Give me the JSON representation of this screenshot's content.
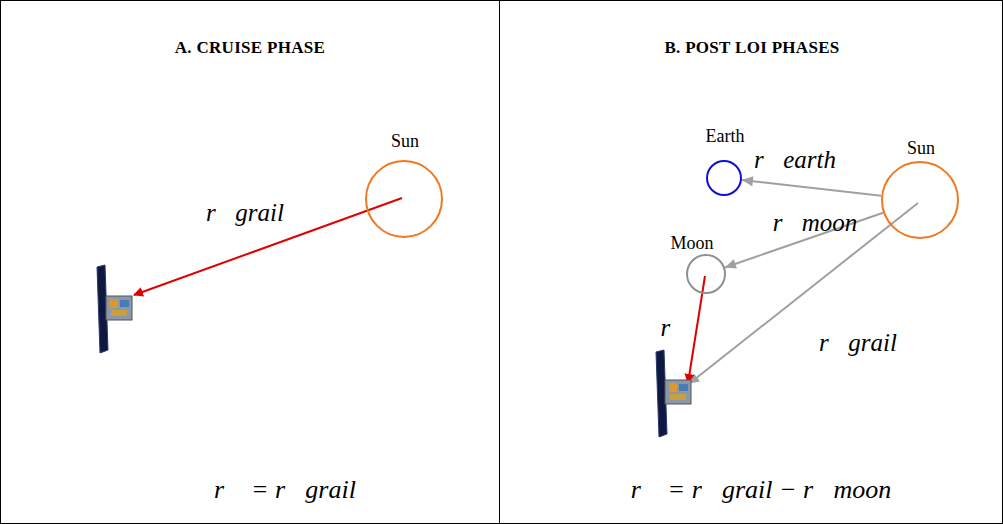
{
  "diagram": {
    "nodes": [
      {
        "text": [
          "A. CRUISE PHASE",
          "r⃗ = r⃗grail"
        ]
      },
      {
        "text": [
          "Sun"
        ],
        "in": 0
      },
      {
        "text": [
          "B. POST LOI PHASES",
          "r⃗ = r⃗grail − r⃗moon"
        ]
      },
      {
        "text": [
          "Earth"
        ],
        "in": 2
      },
      {
        "text": [
          "Sun"
        ],
        "in": 2
      },
      {
        "text": [
          "Moon"
        ],
        "in": 2
      }
    ],
    "edges": [
      {
        "from": 4,
        "to": 3,
        "arrow": "to",
        "label": "r⃗earth"
      },
      {
        "from": 4,
        "to": 5,
        "arrow": "to",
        "label": "r⃗moon"
      }
    ],
    "labels": [
      "r⃗grail",
      "r⃗",
      "r⃗grail"
    ]
  }
}
